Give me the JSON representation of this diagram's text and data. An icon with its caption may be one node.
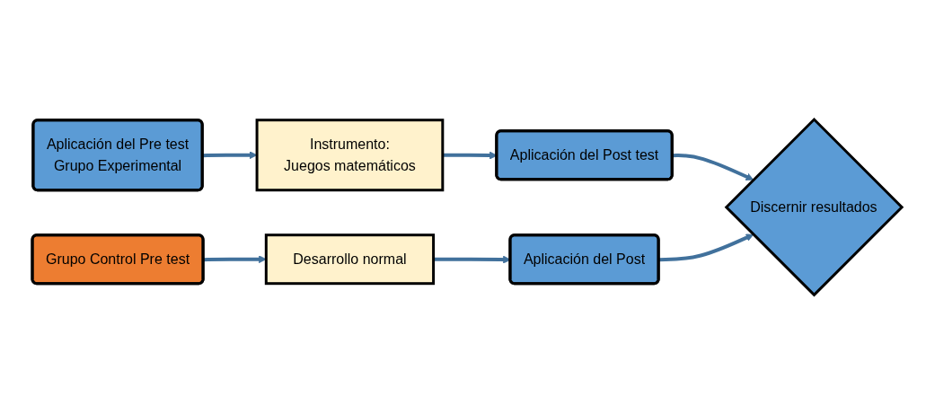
{
  "diagram": {
    "nodes": [
      {
        "text": [
          "Aplicación del Pre test",
          "Grupo Experimental"
        ]
      },
      {
        "text": [
          "Instrumento:",
          "Juegos matemáticos"
        ]
      },
      {
        "text": [
          "Aplicación del Post test"
        ]
      },
      {
        "text": [
          "Discernir resultados"
        ]
      },
      {
        "text": [
          "Grupo Control Pre test"
        ]
      },
      {
        "text": [
          "Desarrollo  normal"
        ]
      },
      {
        "text": [
          "Aplicación del Post"
        ]
      }
    ],
    "edges": [
      {
        "from": 0,
        "to": 1,
        "arrow": "to"
      },
      {
        "from": 1,
        "to": 2,
        "arrow": "to"
      },
      {
        "from": 2,
        "to": 3,
        "arrow": "to"
      },
      {
        "from": 4,
        "to": 5,
        "arrow": "to"
      },
      {
        "from": 5,
        "to": 6,
        "arrow": "to"
      },
      {
        "from": 6,
        "to": 3,
        "arrow": "to"
      }
    ]
  }
}
